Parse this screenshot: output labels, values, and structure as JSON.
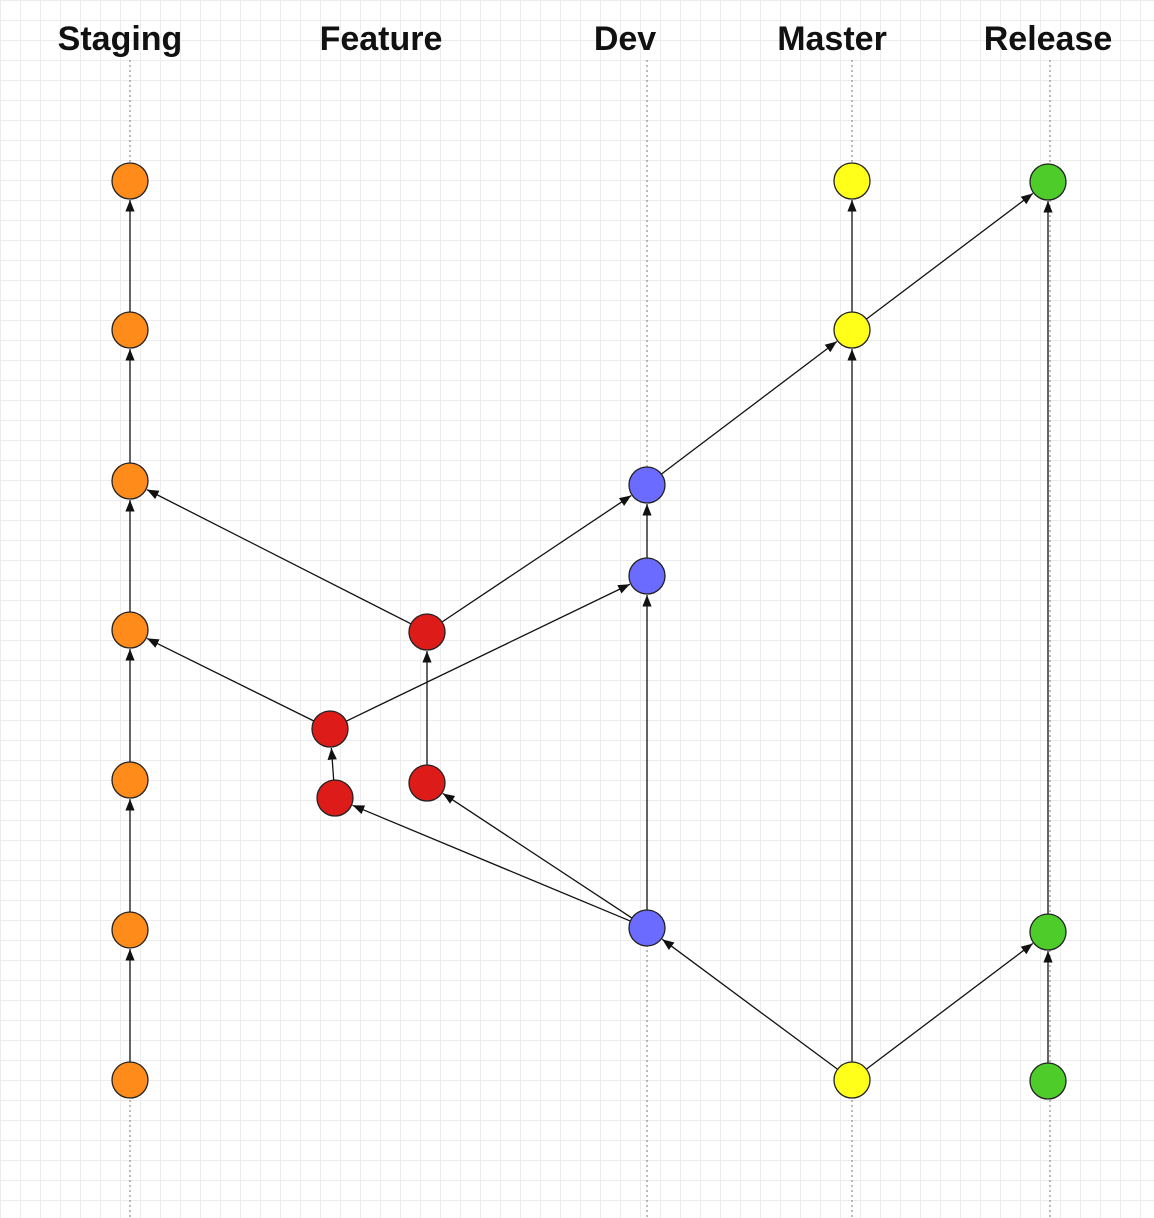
{
  "lanes": [
    {
      "id": "staging",
      "label": "Staging",
      "color": "#ff8c1a"
    },
    {
      "id": "feature",
      "label": "Feature",
      "color": "#dd1c1a"
    },
    {
      "id": "dev",
      "label": "Dev",
      "color": "#6b6bff"
    },
    {
      "id": "master",
      "label": "Master",
      "color": "#ffff1a"
    },
    {
      "id": "release",
      "label": "Release",
      "color": "#4dcc2a"
    }
  ],
  "commits": [
    {
      "id": "s1",
      "lane": "staging"
    },
    {
      "id": "s2",
      "lane": "staging"
    },
    {
      "id": "s3",
      "lane": "staging"
    },
    {
      "id": "s4",
      "lane": "staging"
    },
    {
      "id": "s5",
      "lane": "staging"
    },
    {
      "id": "s6",
      "lane": "staging"
    },
    {
      "id": "s7",
      "lane": "staging"
    },
    {
      "id": "fa1",
      "lane": "feature"
    },
    {
      "id": "fa2",
      "lane": "feature"
    },
    {
      "id": "fb1",
      "lane": "feature"
    },
    {
      "id": "fb2",
      "lane": "feature"
    },
    {
      "id": "d1",
      "lane": "dev"
    },
    {
      "id": "d2",
      "lane": "dev"
    },
    {
      "id": "d3",
      "lane": "dev"
    },
    {
      "id": "m1",
      "lane": "master"
    },
    {
      "id": "m2",
      "lane": "master"
    },
    {
      "id": "m3",
      "lane": "master"
    },
    {
      "id": "r1",
      "lane": "release"
    },
    {
      "id": "r2",
      "lane": "release"
    },
    {
      "id": "r3",
      "lane": "release"
    }
  ],
  "edges": [
    [
      "s1",
      "s2"
    ],
    [
      "s2",
      "s3"
    ],
    [
      "s3",
      "s4"
    ],
    [
      "s4",
      "s5"
    ],
    [
      "s5",
      "s6"
    ],
    [
      "s6",
      "s7"
    ],
    [
      "d1",
      "fa1"
    ],
    [
      "d1",
      "fb1"
    ],
    [
      "fa1",
      "fa2"
    ],
    [
      "fb1",
      "fb2"
    ],
    [
      "fa2",
      "s4"
    ],
    [
      "fa2",
      "d2"
    ],
    [
      "fb2",
      "s5"
    ],
    [
      "fb2",
      "d3"
    ],
    [
      "d1",
      "d2"
    ],
    [
      "d2",
      "d3"
    ],
    [
      "d3",
      "m2"
    ],
    [
      "m1",
      "d1"
    ],
    [
      "m1",
      "m2"
    ],
    [
      "m1",
      "r2"
    ],
    [
      "m2",
      "m3"
    ],
    [
      "m2",
      "r3"
    ],
    [
      "r1",
      "r2"
    ],
    [
      "r2",
      "r3"
    ]
  ]
}
